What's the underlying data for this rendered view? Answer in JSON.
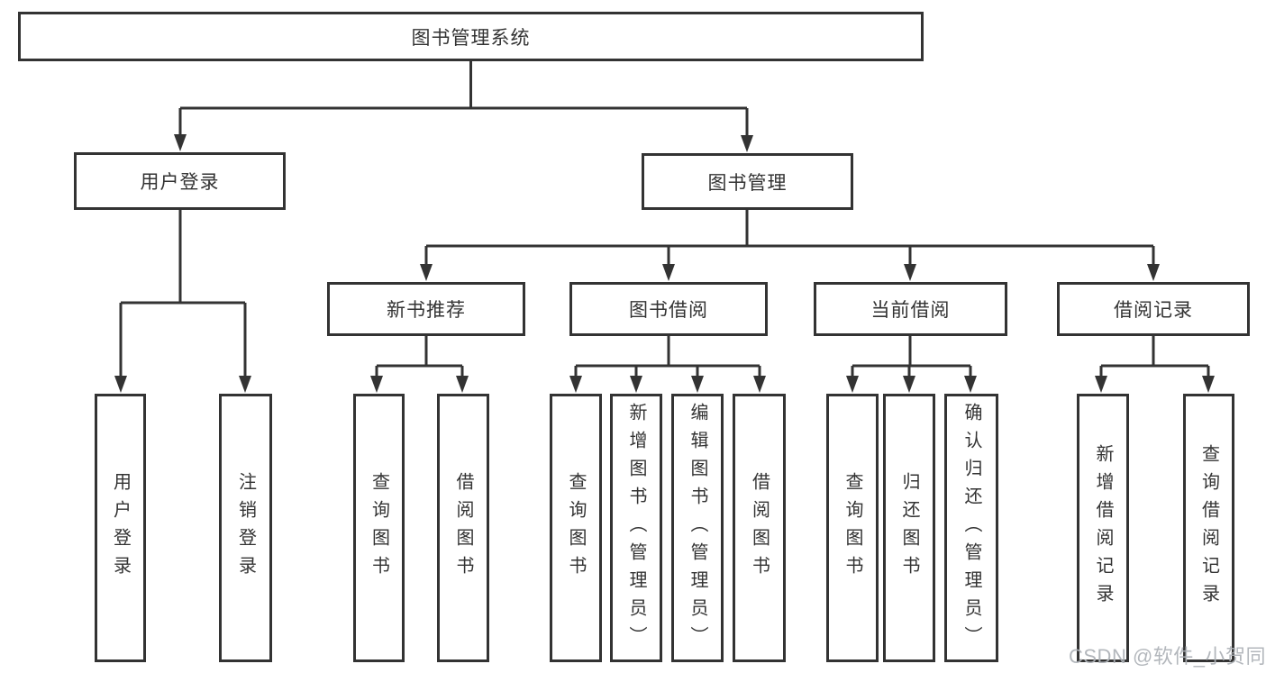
{
  "diagram": {
    "title": "图书管理系统",
    "branches": {
      "login": {
        "label": "用户登录",
        "children": [
          {
            "label": "用户登录"
          },
          {
            "label": "注销登录"
          }
        ]
      },
      "management": {
        "label": "图书管理",
        "groups": [
          {
            "label": "新书推荐",
            "children": [
              {
                "label": "查询图书"
              },
              {
                "label": "借阅图书"
              }
            ]
          },
          {
            "label": "图书借阅",
            "children": [
              {
                "label": "查询图书"
              },
              {
                "label": "新增图书（管理员）"
              },
              {
                "label": "编辑图书（管理员）"
              },
              {
                "label": "借阅图书"
              }
            ]
          },
          {
            "label": "当前借阅",
            "children": [
              {
                "label": "查询图书"
              },
              {
                "label": "归还图书"
              },
              {
                "label": "确认归还（管理员）"
              }
            ]
          },
          {
            "label": "借阅记录",
            "children": [
              {
                "label": "新增借阅记录"
              },
              {
                "label": "查询借阅记录"
              }
            ]
          }
        ]
      }
    },
    "colors": {
      "line": "#333333",
      "text": "#333333",
      "background": "#ffffff",
      "watermark": "#acb1b6"
    },
    "watermark": "CSDN @软件_小贺同学"
  }
}
